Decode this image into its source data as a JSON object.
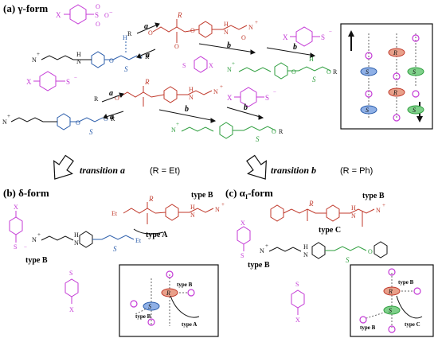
{
  "panels": {
    "a": {
      "label": "(a) γ-form"
    },
    "b": {
      "label": "(b) δ-form"
    },
    "c": {
      "label": "(c) α",
      "label_sub": "I",
      "label_suffix": "-form"
    }
  },
  "transitions": {
    "a": {
      "label": "transition a",
      "condition": "(R = Et)"
    },
    "b": {
      "label": "transition b",
      "condition": "(R = Ph)"
    }
  },
  "atoms": {
    "O": "O",
    "N": "N",
    "H": "H",
    "S": "S",
    "R": "R",
    "X": "X",
    "plus": "+",
    "minus": "−",
    "Nplus": "N",
    "Et": "Et",
    "OR": "O",
    "R_small": "R"
  },
  "interaction_labels": {
    "a": "a",
    "b": "b"
  },
  "types": {
    "A": "type A",
    "B": "type B",
    "C": "type C"
  },
  "colors": {
    "red": "#c0392b",
    "blue": "#2a5caa",
    "green": "#2e9e3e",
    "magenta": "#c43ad6",
    "black": "#111111"
  }
}
